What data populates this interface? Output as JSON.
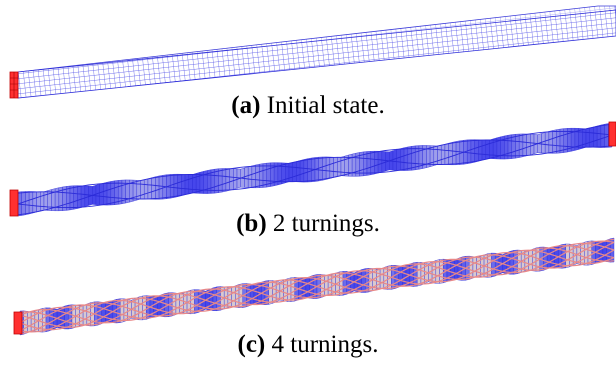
{
  "figure": {
    "panels": [
      {
        "id": "a",
        "tag": "(a)",
        "caption": "Initial state.",
        "turnings": 0
      },
      {
        "id": "b",
        "tag": "(b)",
        "caption": "2 turnings.",
        "turnings": 2
      },
      {
        "id": "c",
        "tag": "(c)",
        "caption": "4 turnings.",
        "turnings": 4
      }
    ],
    "colors": {
      "mesh": "#2b2bd8",
      "mesh_light": "#8a8af0",
      "inner_fill": "#d8c8d0",
      "inner_line": "#e88888",
      "end_face": "#ff2020"
    }
  }
}
